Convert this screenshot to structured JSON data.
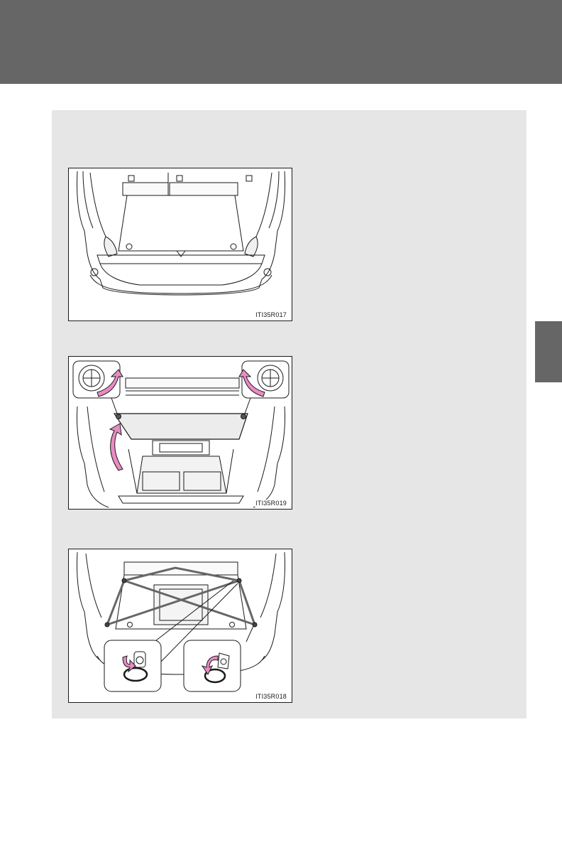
{
  "page": {
    "colors": {
      "header": "#666666",
      "tab": "#666666",
      "panel": "#e6e6e6",
      "arrow": "#e88bc4",
      "line": "#1a1a1a"
    }
  },
  "figures": [
    {
      "code": "ITI35R017",
      "illustration": "cargo-area-deck-board-icon"
    },
    {
      "code": "ITI35R019",
      "illustration": "deck-board-lifted-icon"
    },
    {
      "code": "ITI35R018",
      "illustration": "cargo-hooks-icon"
    }
  ]
}
